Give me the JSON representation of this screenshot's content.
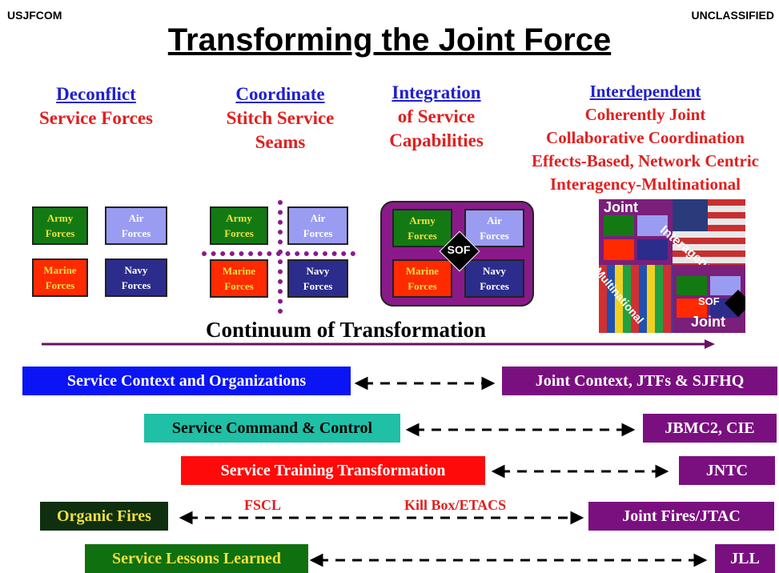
{
  "header": {
    "left": "USJFCOM",
    "right": "UNCLASSIFIED",
    "title": "Transforming the Joint Force"
  },
  "stages": [
    {
      "heading": "Deconflict",
      "lines": [
        "Service Forces"
      ]
    },
    {
      "heading": "Coordinate",
      "lines": [
        "Stitch Service",
        "Seams"
      ]
    },
    {
      "heading": "Integration",
      "lines": [
        "of Service",
        "Capabilities"
      ]
    },
    {
      "heading": "Interdependent",
      "lines": [
        "Coherently Joint",
        "Collaborative Coordination",
        "Effects-Based, Network Centric",
        "Interagency-Multinational"
      ]
    }
  ],
  "forces": {
    "army": "Army\nForces",
    "air": "Air\nForces",
    "marine": "Marine\nForces",
    "navy": "Navy\nForces",
    "sof": "SOF"
  },
  "collage": {
    "joint_top": "Joint",
    "joint_bottom": "Joint",
    "interagency": "Interagency",
    "multinational": "Multinational",
    "sof": "SOF"
  },
  "continuum": "Continuum  of Transformation",
  "rows": [
    {
      "left": "Service Context and Organizations",
      "right": "Joint Context, JTFs & SJFHQ",
      "left_color": "#0a14f5",
      "left_text": "#ffffff"
    },
    {
      "left": "Service Command & Control",
      "right": "JBMC2,  CIE",
      "left_color": "#1fc0a6",
      "left_text": "#000000"
    },
    {
      "left": "Service Training Transformation",
      "right": "JNTC",
      "left_color": "#ff0a0a",
      "left_text": "#ffffff"
    },
    {
      "left": "Organic Fires",
      "right": "Joint Fires/JTAC",
      "left_color": "#0f2f0f",
      "left_text": "#f0e040"
    },
    {
      "left": "Service Lessons Learned",
      "right": "JLL",
      "left_color": "#0f700f",
      "left_text": "#f0e040"
    }
  ],
  "fires_labels": {
    "fscl": "FSCL",
    "killbox": "Kill Box/ETACS"
  },
  "colors": {
    "purple": "#7a0f7f",
    "heading_blue": "#1f1fd0",
    "red": "#e02020"
  }
}
